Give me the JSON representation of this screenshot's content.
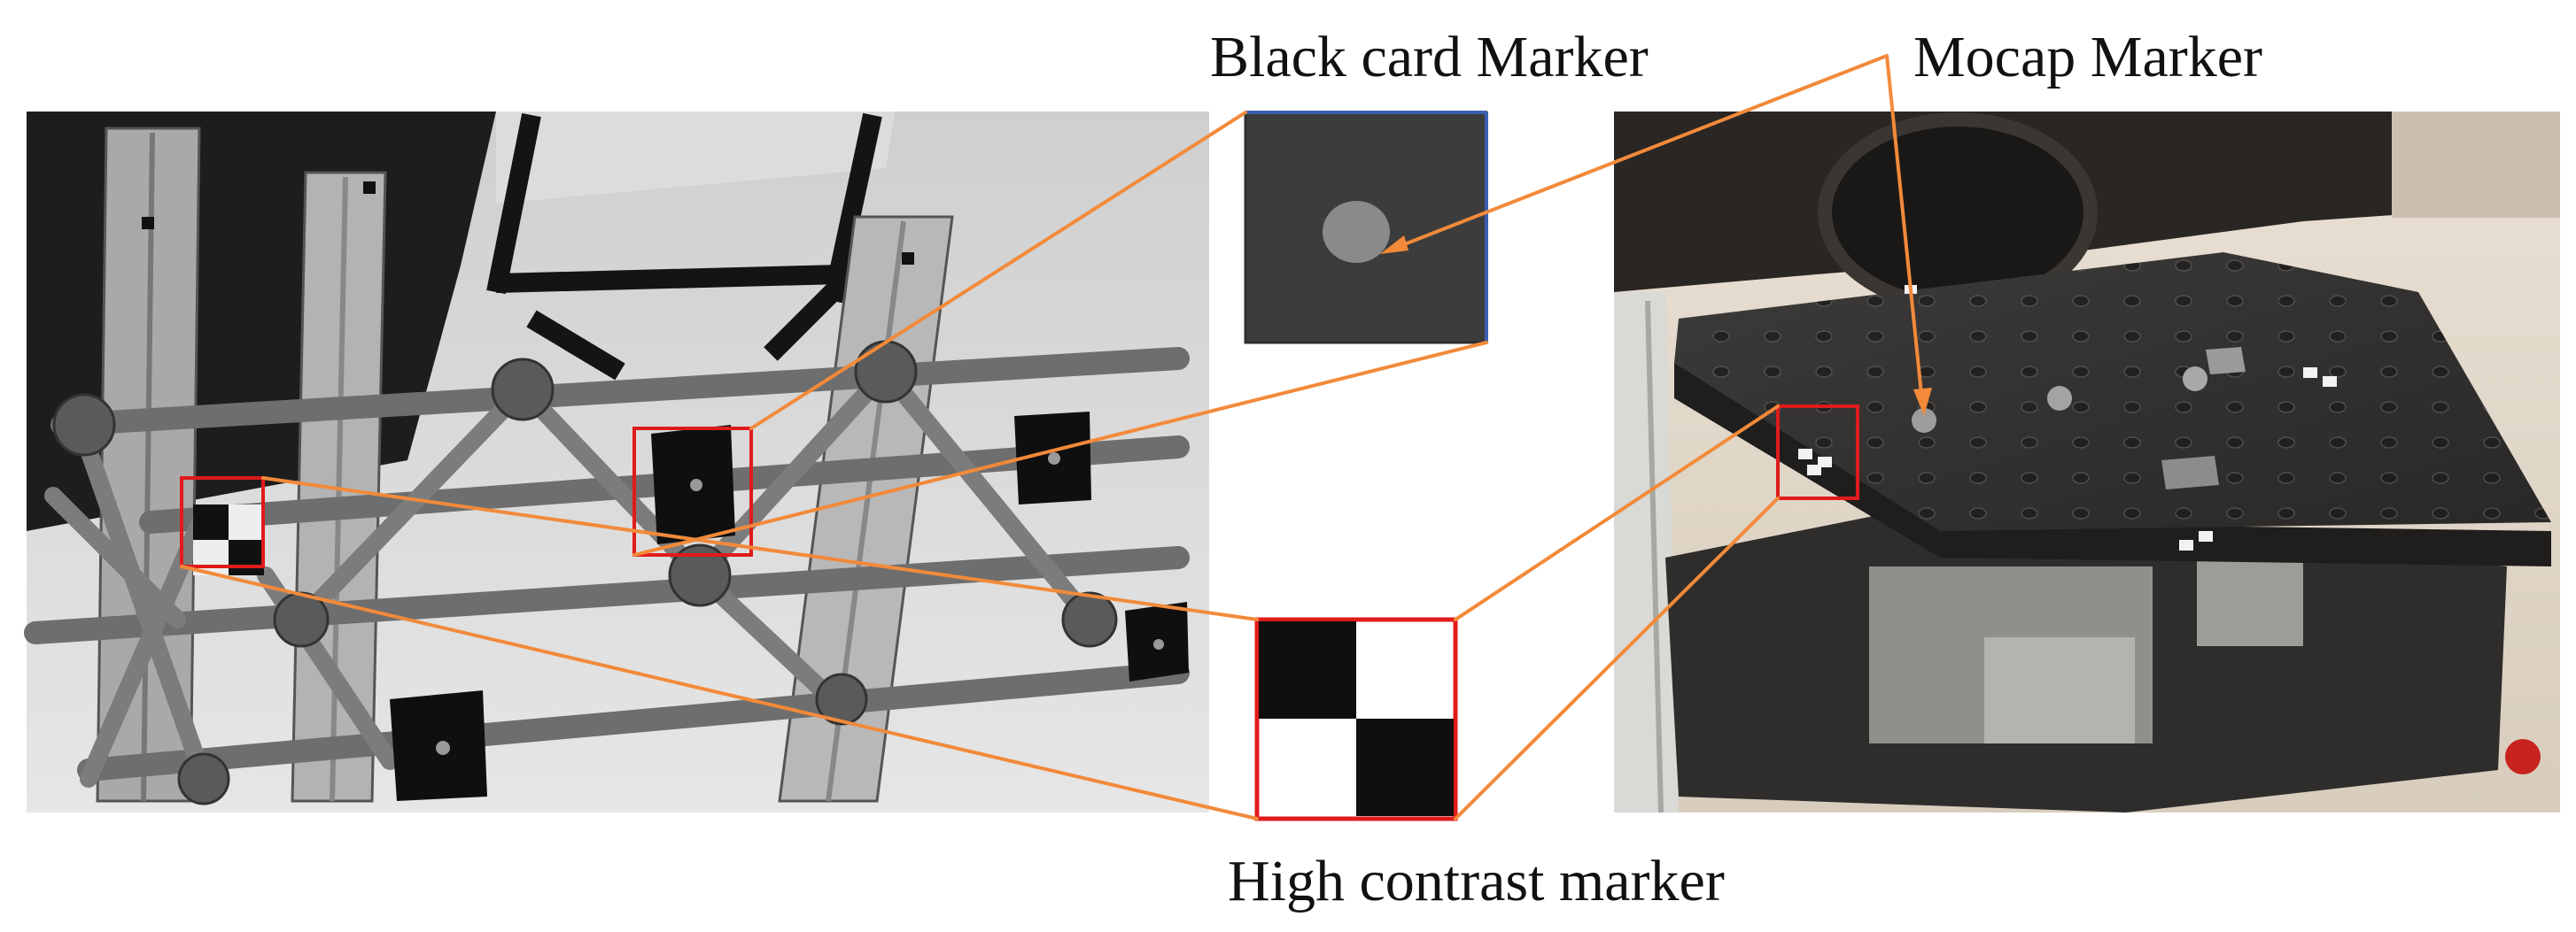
{
  "labels": {
    "black_card": "Black card Marker",
    "mocap": "Mocap Marker",
    "high_contrast": "High contrast marker"
  },
  "colors": {
    "leader_lines": "#f28a3a",
    "highlight_boxes": "#e01b1b",
    "inset_border_top": "#3a5fb0",
    "card_bg": "#3c3c3c",
    "mocap_ball": "#8a8a8a"
  },
  "panels": {
    "left_photo": "grayscale photo of aluminium truss structure with black card markers and checkerboard markers",
    "right_photo": "colour photo of optical breadboard platform with mocap ball markers and small high contrast tags"
  }
}
